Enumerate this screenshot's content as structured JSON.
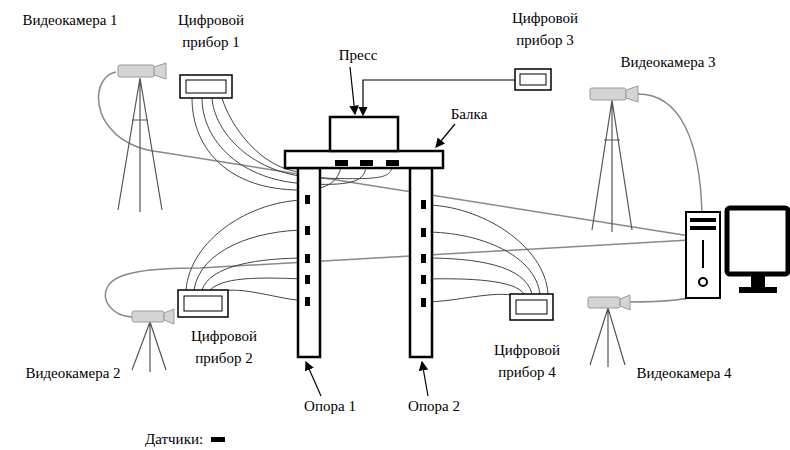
{
  "diagram": {
    "nodes": [
      {
        "text": [
          "Цифровой прибор 1"
        ]
      },
      {
        "text": [
          "Цифровой прибор 3"
        ]
      },
      {
        "text": [
          "Видеокамера 1"
        ]
      },
      {
        "text": [
          "Видеокамера 3"
        ]
      },
      {
        "text": [
          "Цифровой прибор 2"
        ]
      },
      {
        "text": [
          "Видеокамера 2"
        ]
      },
      {
        "text": [
          "Цифровой прибор 4"
        ]
      },
      {
        "text": [
          "Видеокамера 4"
        ]
      }
    ],
    "labels": [
      "Пресс",
      "Балка",
      "Опора 1",
      "Опора 2"
    ],
    "legend": [
      {
        "text": "Датчики:"
      }
    ]
  }
}
